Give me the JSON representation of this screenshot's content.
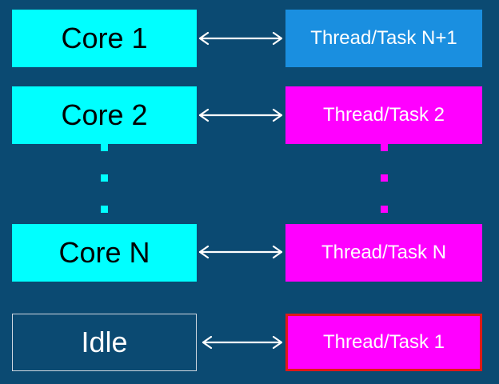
{
  "diagram": {
    "cores": [
      {
        "label": "Core 1"
      },
      {
        "label": "Core 2"
      },
      {
        "label": "Core N"
      }
    ],
    "idle": {
      "label": "Idle"
    },
    "tasks": [
      {
        "label": "Thread/Task N+1"
      },
      {
        "label": "Thread/Task 2"
      },
      {
        "label": "Thread/Task N"
      },
      {
        "label": "Thread/Task 1"
      }
    ]
  },
  "colors": {
    "background": "#0b4a72",
    "core": "#00ffff",
    "task_active": "#ff00ff",
    "task_new": "#1a8fe0",
    "highlight_border": "#e01818",
    "arrow": "#ffffff"
  }
}
